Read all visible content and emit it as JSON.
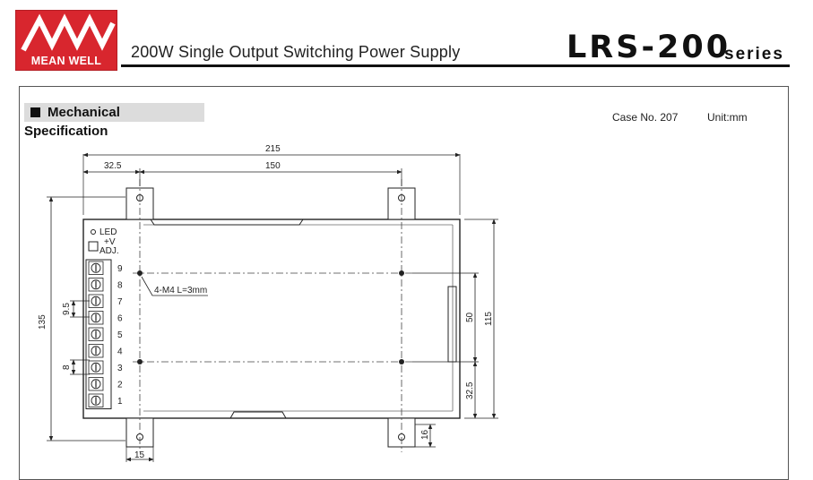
{
  "header": {
    "logo_text": "MEAN WELL",
    "product_description": "200W Single Output Switching Power Supply",
    "model": "LRS-200",
    "series_label": "series"
  },
  "section": {
    "title": "Mechanical Specification",
    "case_no": "Case No. 207",
    "unit": "Unit:mm"
  },
  "drawing": {
    "dimensions": {
      "overall_length": "215",
      "left_offset": "32.5",
      "hole_spacing_length": "150",
      "overall_height": "135",
      "height_right": "115",
      "hole_spacing_height": "50",
      "bottom_offset": "32.5",
      "tab_width": "15",
      "tab_depth": "16",
      "terminal_pitch": "9.5",
      "terminal_gap": "8"
    },
    "labels": {
      "led": "LED",
      "plus_v": "+V",
      "adj": "ADJ.",
      "mount_note": "4-M4 L=3mm"
    },
    "terminals": [
      "9",
      "8",
      "7",
      "6",
      "5",
      "4",
      "3",
      "2",
      "1"
    ]
  }
}
